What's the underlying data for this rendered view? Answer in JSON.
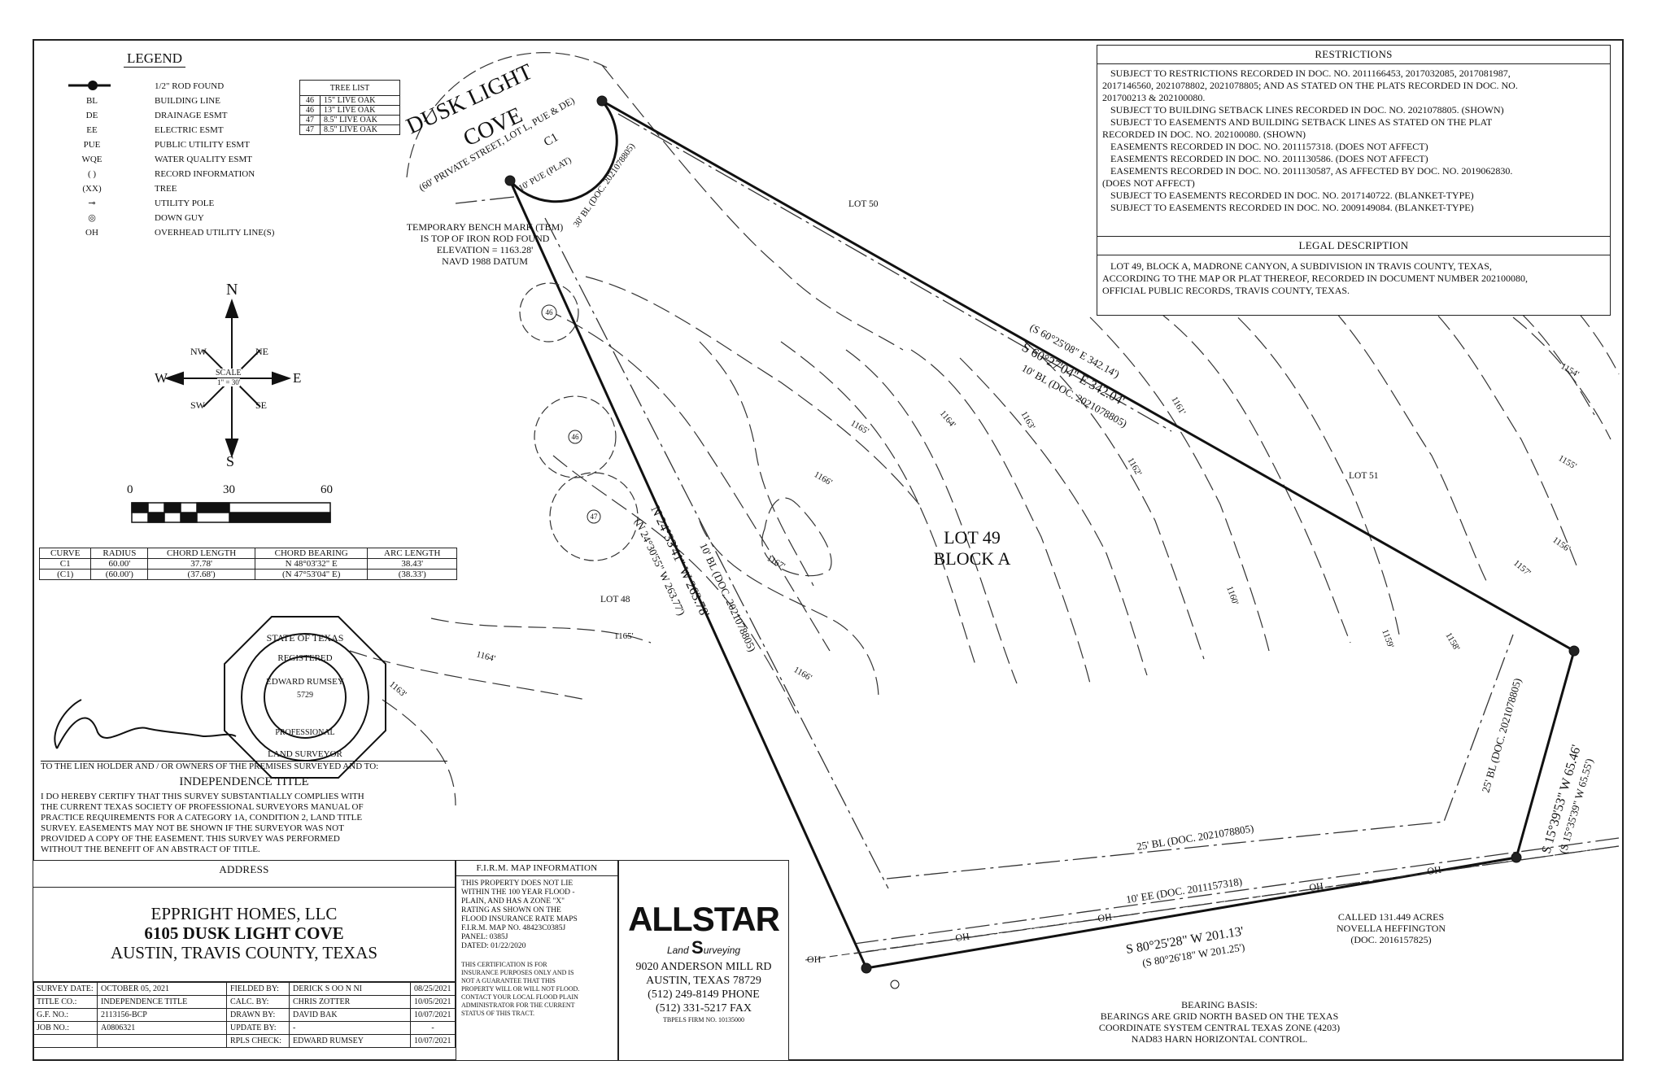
{
  "legend": {
    "title": "LEGEND",
    "items": [
      {
        "sym": "●",
        "label": "1/2\" ROD FOUND"
      },
      {
        "sym": "BL",
        "label": "BUILDING LINE"
      },
      {
        "sym": "DE",
        "label": "DRAINAGE ESMT"
      },
      {
        "sym": "EE",
        "label": "ELECTRIC ESMT"
      },
      {
        "sym": "PUE",
        "label": "PUBLIC UTILITY ESMT"
      },
      {
        "sym": "WQE",
        "label": "WATER QUALITY ESMT"
      },
      {
        "sym": "( )",
        "label": "RECORD INFORMATION"
      },
      {
        "sym": "(XX)",
        "label": "TREE"
      },
      {
        "sym": "⊸",
        "label": "UTILITY POLE"
      },
      {
        "sym": "◎",
        "label": "DOWN GUY"
      },
      {
        "sym": "OH",
        "label": "OVERHEAD UTILITY LINE(S)"
      }
    ]
  },
  "tree_list": {
    "title": "TREE LIST",
    "rows": [
      {
        "id": "46",
        "desc": "15\" LIVE OAK"
      },
      {
        "id": "46",
        "desc": "13\" LIVE OAK"
      },
      {
        "id": "47",
        "desc": "8.5\" LIVE OAK"
      },
      {
        "id": "47",
        "desc": "8.5\" LIVE OAK"
      }
    ]
  },
  "street": {
    "name1": "DUSK LIGHT",
    "name2": "COVE",
    "sub": "(60' PRIVATE STREET, LOT L, PUE & DE)",
    "curve": "C1",
    "pue": "10' PUE (PLAT)",
    "bl": "30' BL (DOC. 2021078805)"
  },
  "tbm": {
    "line1": "TEMPORARY BENCH MARK (TBM)",
    "line2": "IS TOP OF IRON ROD FOUND",
    "line3": "ELEVATION = 1163.28'",
    "line4": "NAVD 1988 DATUM"
  },
  "compass": {
    "n": "N",
    "s": "S",
    "e": "E",
    "w": "W",
    "ne": "NE",
    "nw": "NW",
    "se": "SE",
    "sw": "SW",
    "scale1": "SCALE",
    "scale2": "1\" = 30'"
  },
  "scale_bar": {
    "t0": "0",
    "t1": "30",
    "t2": "60"
  },
  "curve_table": {
    "headers": [
      "CURVE",
      "RADIUS",
      "CHORD LENGTH",
      "CHORD BEARING",
      "ARC LENGTH"
    ],
    "rows": [
      [
        "C1",
        "60.00'",
        "37.78'",
        "N 48°03'32\" E",
        "38.43'"
      ],
      [
        "(C1)",
        "(60.00')",
        "(37.68')",
        "(N 47°53'04\" E)",
        "(38.33')"
      ]
    ]
  },
  "seal": {
    "top": "STATE OF TEXAS",
    "registered": "REGISTERED",
    "name": "EDWARD RUMSEY",
    "number": "5729",
    "bottom1": "PROFESSIONAL",
    "bottom2": "LAND SURVEYOR"
  },
  "cert": {
    "to": "TO THE LIEN HOLDER AND / OR OWNERS OF THE PREMISES SURVEYED AND TO:",
    "company": "INDEPENDENCE TITLE",
    "lines": [
      "I DO HEREBY CERTIFY THAT THIS SURVEY SUBSTANTIALLY COMPLIES WITH",
      "THE CURRENT TEXAS SOCIETY OF PROFESSIONAL SURVEYORS MANUAL OF",
      "PRACTICE REQUIREMENTS FOR A CATEGORY 1A, CONDITION 2, LAND TITLE",
      "SURVEY. EASEMENTS MAY NOT BE SHOWN IF THE SURVEYOR WAS NOT",
      "PROVIDED A COPY OF THE EASEMENT. THIS SURVEY WAS PERFORMED",
      "WITHOUT THE BENEFIT OF AN ABSTRACT OF TITLE."
    ]
  },
  "address": {
    "header": "ADDRESS",
    "line1": "EPPRIGHT HOMES, LLC",
    "line2": "6105 DUSK LIGHT COVE",
    "line3": "AUSTIN, TRAVIS COUNTY, TEXAS"
  },
  "job_table": {
    "rows": [
      [
        "SURVEY DATE:",
        "OCTOBER 05, 2021",
        "FIELDED BY:",
        "DERICK S OO N NI",
        "08/25/2021"
      ],
      [
        "TITLE CO.:",
        "INDEPENDENCE TITLE",
        "CALC. BY:",
        "CHRIS ZOTTER",
        "10/05/2021"
      ],
      [
        "G.F. NO.:",
        "2113156-BCP",
        "DRAWN BY:",
        "DAVID BAK",
        "10/07/2021"
      ],
      [
        "JOB NO.:",
        "A0806321",
        "UPDATE BY:",
        "-",
        "-"
      ],
      [
        "",
        "",
        "RPLS CHECK:",
        "EDWARD RUMSEY",
        "10/07/2021"
      ]
    ]
  },
  "firm": {
    "header": "F.I.R.M. MAP INFORMATION",
    "lines": [
      "THIS PROPERTY DOES NOT LIE",
      "WITHIN THE 100 YEAR FLOOD -",
      "PLAIN, AND HAS A ZONE \"X\"",
      "RATING AS SHOWN ON THE",
      "FLOOD INSURANCE RATE MAPS",
      "F.I.R.M. MAP NO.   48423C0385J",
      "PANEL:   0385J",
      "DATED:   01/22/2020"
    ],
    "note": [
      "THIS CERTIFICATION IS FOR",
      "INSURANCE PURPOSES ONLY AND IS",
      "NOT A GUARANTEE THAT THIS",
      "PROPERTY WILL OR WILL NOT FLOOD.",
      "CONTACT YOUR LOCAL FLOOD PLAIN",
      "ADMINISTRATOR FOR THE CURRENT",
      "STATUS OF THIS TRACT."
    ]
  },
  "company": {
    "logo": "ALLSTAR",
    "sub1": "Land",
    "sub2": "urveying",
    "addr1": "9020 ANDERSON MILL RD",
    "addr2": "AUSTIN, TEXAS 78729",
    "phone": "(512) 249-8149 PHONE",
    "fax": "(512) 331-5217 FAX",
    "firm_no": "TBPELS FIRM NO. 10135000"
  },
  "restrictions": {
    "header": "RESTRICTIONS",
    "lines": [
      "SUBJECT TO RESTRICTIONS RECORDED IN DOC. NO. 2011166453, 2017032085, 2017081987,",
      "2017146560, 2021078802, 2021078805; AND AS STATED ON THE PLATS RECORDED IN DOC. NO.",
      "201700213 & 202100080.",
      "SUBJECT TO BUILDING SETBACK LINES RECORDED IN DOC. NO. 2021078805. (SHOWN)",
      "SUBJECT TO EASEMENTS AND BUILDING SETBACK LINES AS STATED ON THE PLAT",
      "RECORDED IN DOC. NO. 202100080. (SHOWN)",
      "EASEMENTS RECORDED IN DOC. NO. 2011157318. (DOES NOT AFFECT)",
      "EASEMENTS RECORDED IN DOC. NO. 2011130586. (DOES NOT AFFECT)",
      "EASEMENTS RECORDED IN DOC. NO. 2011130587, AS AFFECTED BY DOC. NO. 2019062830.",
      "(DOES NOT AFFECT)",
      "SUBJECT TO EASEMENTS RECORDED IN DOC. NO. 2017140722. (BLANKET-TYPE)",
      "SUBJECT TO EASEMENTS RECORDED IN DOC. NO. 2009149084. (BLANKET-TYPE)"
    ]
  },
  "legal": {
    "header": "LEGAL DESCRIPTION",
    "lines": [
      "LOT 49, BLOCK A, MADRONE CANYON, A SUBDIVISION IN TRAVIS COUNTY, TEXAS,",
      "ACCORDING TO THE MAP OR PLAT THEREOF, RECORDED IN DOCUMENT NUMBER 202100080,",
      "OFFICIAL PUBLIC RECORDS, TRAVIS COUNTY, TEXAS."
    ]
  },
  "plat": {
    "lot": "LOT 49",
    "block": "BLOCK A",
    "lot48": "LOT 48",
    "lot50": "LOT 50",
    "lot51": "LOT 51",
    "ne_bearing": "S 60°27'04\" E 342.04'",
    "ne_record": "(S 60°25'08\" E 342.14')",
    "ne_bl": "10' BL (DOC. 2021078805)",
    "w_bearing": "N 24°33'41\" W 263.78'",
    "w_record": "(N 24°30'55\" W 263.77')",
    "w_bl": "10' BL (DOC. 2021078805)",
    "s_bearing": "S 80°25'28\" W 201.13'",
    "s_record": "(S 80°26'18\" W 201.25')",
    "s_bl": "25' BL (DOC. 2021078805)",
    "s_ee": "10' EE (DOC. 2011157318)",
    "e_bearing": "S 15°39'53\" W 65.46'",
    "e_record": "(S 15°35'39\" W 65.55')",
    "e_bl": "25' BL (DOC. 2021078805)",
    "contours": [
      "1167'",
      "1166'",
      "1166'",
      "1165'",
      "1165'",
      "1164'",
      "1164'",
      "1163'",
      "1163'",
      "1162'",
      "1161'",
      "1160'",
      "1159'",
      "1158'",
      "1157'",
      "1156'",
      "1155'",
      "1154'"
    ],
    "oh": "OH",
    "called1": "CALLED 131.449 ACRES",
    "called2": "NOVELLA HEFFINGTON",
    "called3": "(DOC. 2016157825)",
    "tree1": "46",
    "tree2": "46",
    "tree3": "47"
  },
  "bearing_basis": {
    "title": "BEARING BASIS:",
    "line1": "BEARINGS ARE GRID NORTH BASED ON THE TEXAS",
    "line2": "COORDINATE SYSTEM CENTRAL TEXAS ZONE (4203)",
    "line3": "NAD83 HARN HORIZONTAL CONTROL."
  }
}
